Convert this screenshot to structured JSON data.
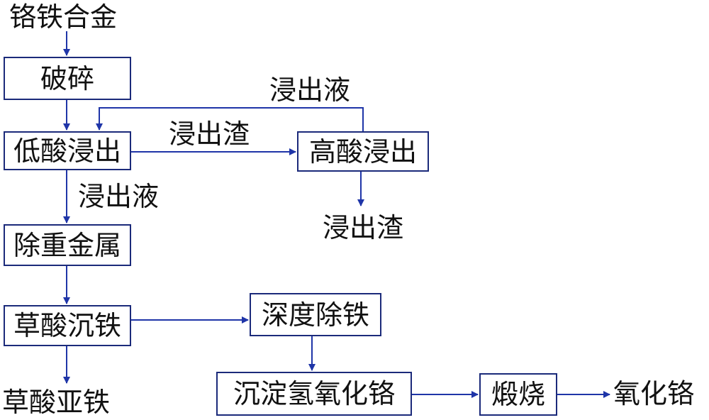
{
  "colors": {
    "arrow": "#1f35a8",
    "box_border": "#1b2a7a",
    "text": "#111111"
  },
  "labels": {
    "start": "铬铁合金",
    "leach_liquid_top": "浸出液",
    "leach_residue_mid": "浸出渣",
    "leach_liquid_left": "浸出液",
    "leach_residue_bottom": "浸出渣",
    "ferrous_oxalate": "草酸亚铁",
    "chromium_oxide": "氧化铬"
  },
  "boxes": {
    "crushing": "破碎",
    "low_acid_leach": "低酸浸出",
    "high_acid_leach": "高酸浸出",
    "heavy_metal_removal": "除重金属",
    "oxalic_iron_precip": "草酸沉铁",
    "deep_iron_removal": "深度除铁",
    "cr_hydroxide_precip": "沉淀氢氧化铬",
    "calcination": "煅烧"
  }
}
